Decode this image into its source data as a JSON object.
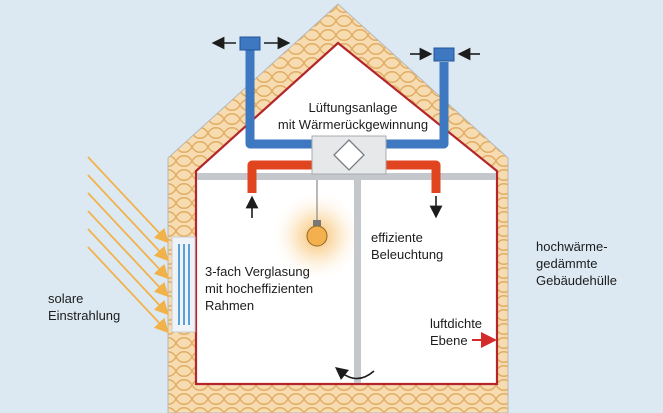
{
  "labels": {
    "ventilation": "Lüftungsanlage\nmit Wärmerückgewinnung",
    "lighting": "effiziente\nBeleuchtung",
    "glazing": "3-fach Verglasung\nmit hocheffizienten\nRahmen",
    "solar": "solare\nEinstrahlung",
    "airtight": "luftdichte\nEbene",
    "envelope": "hochwärme-\ngedämmte\nGebäudehülle"
  },
  "colors": {
    "background": "#dce9f3",
    "insulation": "#f6dcb0",
    "insulation_pattern": "#e2ad63",
    "airtight_layer": "#b4262a",
    "interior": "#ffffff",
    "duct_blue": "#3d78c1",
    "duct_red": "#e0451f",
    "structure_gray": "#c4c8cc",
    "solar_rays": "#f2b24a",
    "arrows": "#1c1c1c"
  },
  "icons": {
    "heat_exchanger": "diamond-heat-exchanger-icon",
    "bulb": "light-bulb-icon",
    "vent_cap": "vent-cap-icon"
  }
}
